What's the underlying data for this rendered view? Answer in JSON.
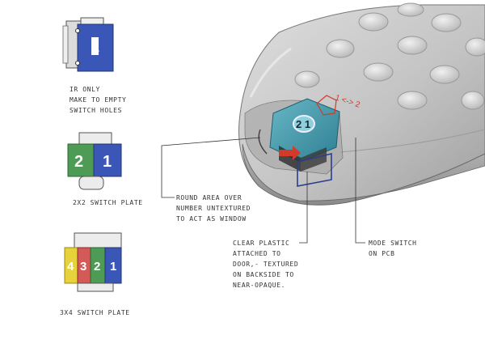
{
  "notes": {
    "ir_only": "IR ONLY\nMAKE TO EMPTY\nSWITCH HOLES",
    "plate_2x2": "2x2   SWITCH PLATE",
    "plate_3x4": "3x4   SWITCH PLATE",
    "round_area": "ROUND AREA OVER\nNUMBER UNTEXTURED\nTO ACT AS WINDOW",
    "clear_plastic": "CLEAR PLASTIC\nATTACHED TO\nDOOR,- TEXTURED\nON BACKSIDE TO\nNEAR-OPAQUE.",
    "mode_switch": "MODE SWITCH\nON PCB"
  },
  "sketch_numbers": {
    "ir_switch": "1",
    "plate_2x2": [
      "2",
      "1"
    ],
    "plate_3x4": [
      "4",
      "3",
      "2",
      "1"
    ],
    "window_digits": "2 1",
    "mode_markings": "1 <-> 2"
  },
  "colors": {
    "blue": "#3a57b8",
    "green": "#4e9b55",
    "yellow": "#e7d23b",
    "red": "#d35a57",
    "teal": "#3f96a8",
    "remote_body": "#c9c9c9",
    "annotation_red": "#d23a2a"
  }
}
